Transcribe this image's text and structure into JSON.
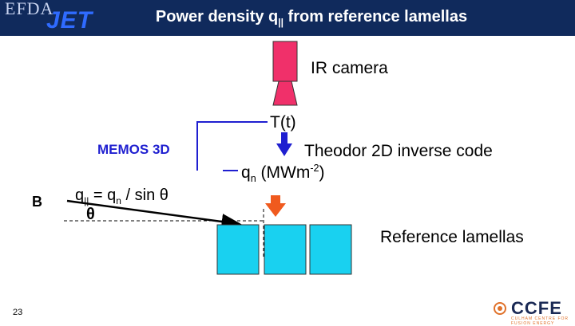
{
  "header": {
    "title_main": "Power density q",
    "title_sub": "||",
    "title_rest": " from reference lamellas",
    "logo_efda": "EFDA",
    "logo_jet": "JET"
  },
  "labels": {
    "camera": "IR camera",
    "temperature": "T(t)",
    "code": "Theodor 2D inverse code",
    "flux_q": "q",
    "flux_sub": "n",
    "flux_units": " (MWm",
    "flux_exp": "-2",
    "flux_close": ")",
    "memos": "MEMOS 3D",
    "b_field": "B",
    "formula_q": "q",
    "formula_sub1": "||",
    "formula_mid": " = q",
    "formula_sub2": "n",
    "formula_end": " / sin θ",
    "theta": "θ",
    "lamellas": "Reference lamellas"
  },
  "footer": {
    "page_number": "23",
    "logo_ccfe": "CCFE",
    "logo_ccfe_sub": "CULHAM CENTRE FOR FUSION ENERGY"
  },
  "colors": {
    "header_bg": "#102a5c",
    "camera": "#f0306a",
    "lamella": "#19d1f0",
    "blue_arrow": "#1f1fd0",
    "red_arrow": "#f05a1e"
  }
}
